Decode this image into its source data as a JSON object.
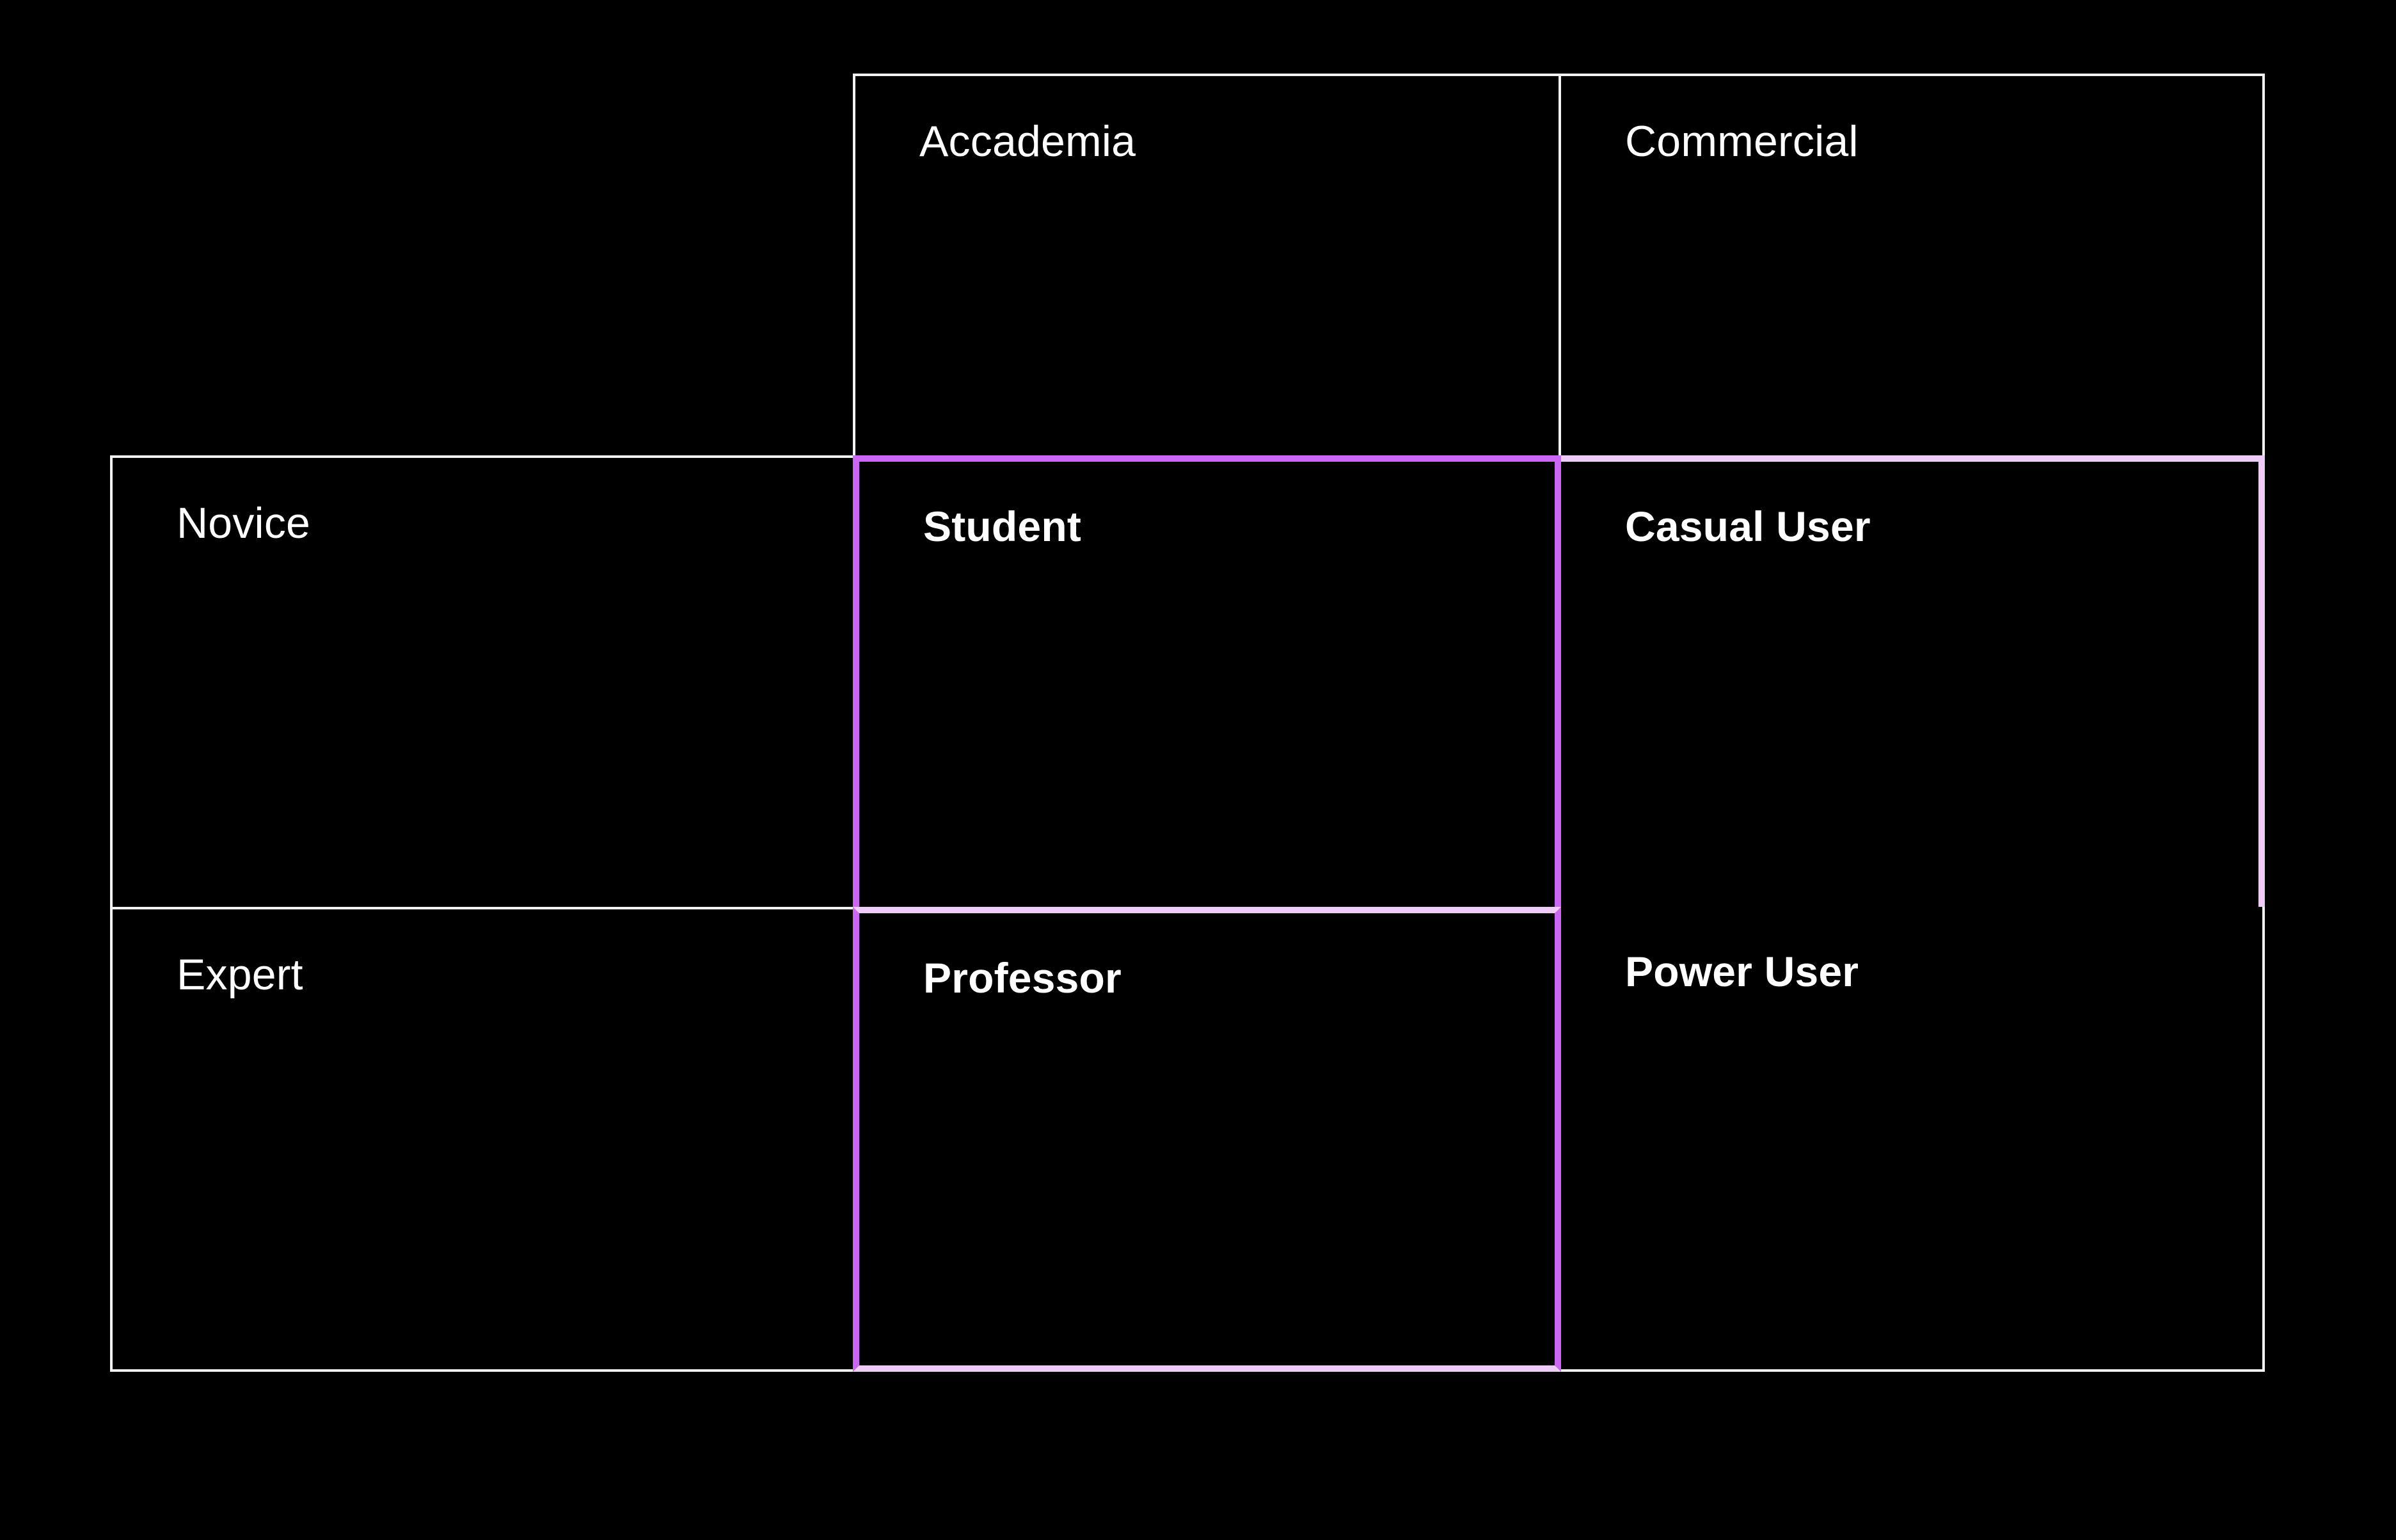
{
  "diagram": {
    "type": "2x2-matrix",
    "background_color": "#000000",
    "grid_line_color": "#f2f2f2",
    "highlight_colors": {
      "column_highlight": "#cc66f5",
      "row_highlight": "#eeccf7"
    },
    "corner_cell_label": "",
    "columns": [
      {
        "id": "academia",
        "label": "Accademia",
        "highlighted": true
      },
      {
        "id": "commercial",
        "label": "Commercial",
        "highlighted": false
      }
    ],
    "rows": [
      {
        "id": "novice",
        "label": "Novice",
        "highlighted": true
      },
      {
        "id": "expert",
        "label": "Expert",
        "highlighted": false
      }
    ],
    "cells": [
      {
        "row": "novice",
        "column": "academia",
        "label": "Student"
      },
      {
        "row": "novice",
        "column": "commercial",
        "label": "Casual User"
      },
      {
        "row": "expert",
        "column": "academia",
        "label": "Professor"
      },
      {
        "row": "expert",
        "column": "commercial",
        "label": "Power User"
      }
    ]
  }
}
